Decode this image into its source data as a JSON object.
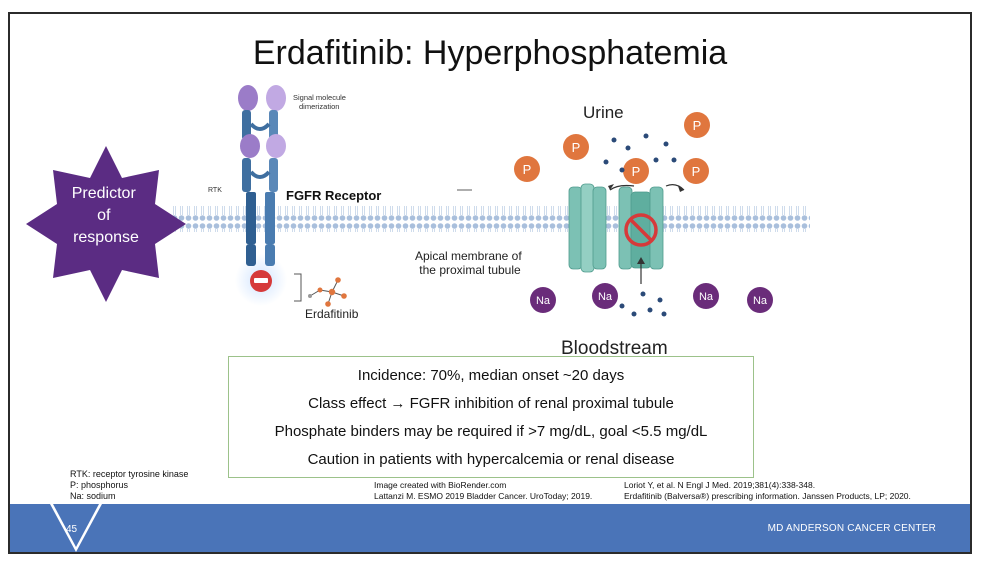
{
  "slide": {
    "title": "Erdafitinib: Hyperphosphatemia",
    "page_number": "45",
    "footer_brand": "MD ANDERSON CANCER CENTER"
  },
  "diagram": {
    "star_lines": [
      "Predictor",
      "of",
      "response"
    ],
    "signal_label_lines": [
      "Signal molecule",
      "dimerization"
    ],
    "rtk_label": "RTK",
    "receptor_label": "FGFR Receptor",
    "drug_label": "Erdafitinib",
    "urine_label": "Urine",
    "membrane_label_lines": [
      "Apical membrane of",
      "the proximal tubule"
    ],
    "bloodstream_label": "Bloodstream",
    "phosphate_symbol": "P",
    "sodium_symbol": "Na",
    "colors": {
      "star": "#5b2c83",
      "phosphate": "#e0763e",
      "sodium": "#6a2c7a",
      "channel": "#7cc1b4",
      "receptor": "#3f6fa0",
      "ligand": "#9b7cc8",
      "membrane": "#a9bfdc",
      "dot": "#2b4a78",
      "inhibitor": "#d63a3a"
    }
  },
  "summary": {
    "lines": [
      "Incidence: 70%, median onset ~20 days",
      "Class effect → FGFR inhibition of renal proximal tubule",
      "Phosphate binders may be required if >7 mg/dL, goal <5.5 mg/dL",
      "Caution in patients with hypercalcemia or renal disease"
    ]
  },
  "abbreviations": [
    "RTK: receptor tyrosine kinase",
    "P: phosphorus",
    "Na: sodium"
  ],
  "citations": {
    "left": [
      "Image created with BioRender.com",
      "Lattanzi M. ESMO 2019 Bladder Cancer. UroToday; 2019."
    ],
    "right": [
      "Loriot Y, et al. N Engl J Med. 2019;381(4):338-348.",
      "Erdafitinib (Balversa®) prescribing information. Janssen Products, LP; 2020."
    ]
  }
}
